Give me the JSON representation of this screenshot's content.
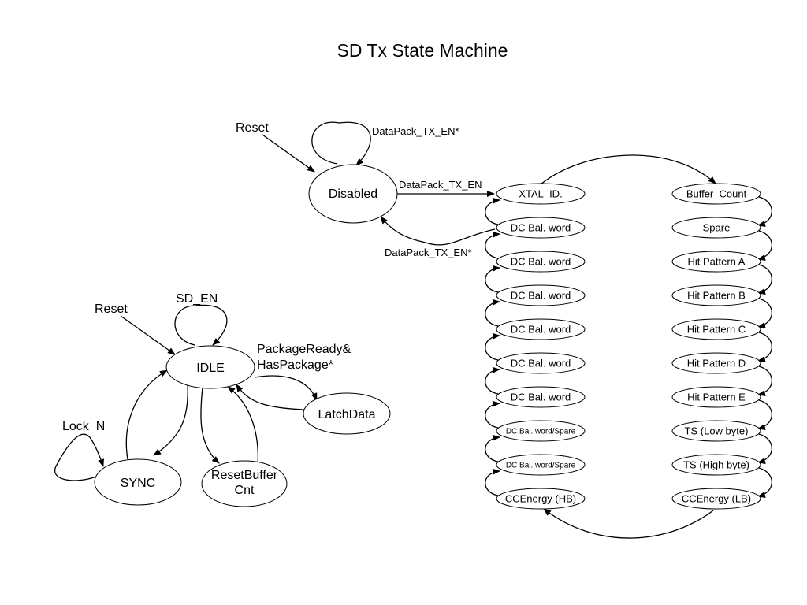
{
  "title": "SD Tx  State Machine",
  "states": {
    "disabled": "Disabled",
    "idle": "IDLE",
    "sync": "SYNC",
    "reset_buffer_cnt_line1": "ResetBuffer",
    "reset_buffer_cnt_line2": "Cnt",
    "latch_data": "LatchData"
  },
  "left_column": [
    "XTAL_ID.",
    "DC Bal. word",
    "DC Bal. word",
    "DC Bal. word",
    "DC Bal. word",
    "DC Bal. word",
    "DC Bal. word",
    "DC Bal. word/Spare",
    "DC Bal. word/Spare",
    "CCEnergy (HB)"
  ],
  "right_column": [
    "Buffer_Count",
    "Spare",
    "Hit Pattern A",
    "Hit Pattern B",
    "Hit Pattern C",
    "Hit Pattern D",
    "Hit Pattern E",
    "TS (Low byte)",
    "TS (High byte)",
    "CCEnergy (LB)"
  ],
  "edge_labels": {
    "reset_to_disabled": "Reset",
    "disabled_self_loop": "DataPack_TX_EN*",
    "disabled_to_xtal": "DataPack_TX_EN",
    "dcbal_to_disabled": "DataPack_TX_EN*",
    "reset_to_idle": "Reset",
    "idle_self_loop": "SD_EN",
    "idle_to_latch_line1": "PackageReady&",
    "idle_to_latch_line2": "HasPackage*",
    "sync_self_loop": "Lock_N"
  }
}
